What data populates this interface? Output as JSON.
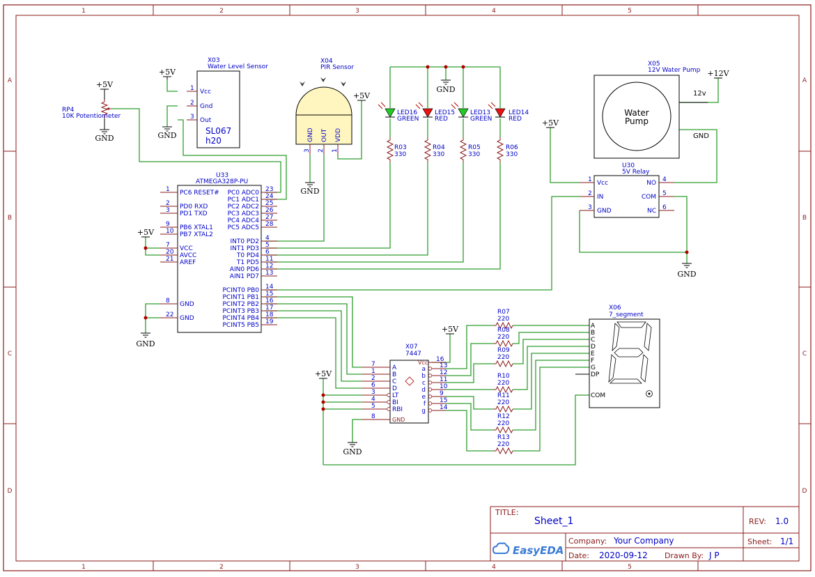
{
  "frame": {
    "columns": [
      "1",
      "2",
      "3",
      "4",
      "5"
    ],
    "rows": [
      "A",
      "B",
      "C",
      "D"
    ]
  },
  "power": {
    "vcc5": "+5V",
    "vcc12": "+12V",
    "gnd": "GND"
  },
  "components": {
    "rp4": {
      "designator": "RP4",
      "value": "10K Potentiometer"
    },
    "x03": {
      "designator": "X03",
      "title": "Water Level Sensor",
      "pins": [
        "Vcc",
        "Gnd",
        "Out"
      ],
      "pin_numbers": [
        "1",
        "2",
        "3"
      ],
      "model_line1": "SL067",
      "model_line2": "h20"
    },
    "x04": {
      "designator": "X04",
      "title": "PIR Sensor",
      "pins": [
        "GND",
        "OUT",
        "VDD"
      ],
      "pin_numbers": [
        "3",
        "2",
        "1"
      ]
    },
    "leds": [
      {
        "designator": "LED16",
        "color_name": "GREEN",
        "fill": "#22cc22"
      },
      {
        "designator": "LED15",
        "color_name": "RED",
        "fill": "#ee1111"
      },
      {
        "designator": "LED13",
        "color_name": "GREEN",
        "fill": "#22cc22"
      },
      {
        "designator": "LED14",
        "color_name": "RED",
        "fill": "#ee1111"
      }
    ],
    "resistors_330": [
      {
        "designator": "R03",
        "value": "330"
      },
      {
        "designator": "R04",
        "value": "330"
      },
      {
        "designator": "R05",
        "value": "330"
      },
      {
        "designator": "R06",
        "value": "330"
      }
    ],
    "x05": {
      "designator": "X05",
      "title": "12V Water Pump",
      "label_line1": "Water",
      "label_line2": "Pump",
      "pin_12v": "12v",
      "pin_gnd": "GND"
    },
    "u30": {
      "designator": "U30",
      "title": "5V Relay",
      "left_pins": [
        {
          "num": "1",
          "name": "Vcc"
        },
        {
          "num": "2",
          "name": "IN"
        },
        {
          "num": "3",
          "name": "GND"
        }
      ],
      "right_pins": [
        {
          "num": "4",
          "name": "NO"
        },
        {
          "num": "5",
          "name": "COM"
        },
        {
          "num": "6",
          "name": "NC"
        }
      ]
    },
    "u33": {
      "designator": "U33",
      "title": "ATMEGA328P-PU",
      "left_pins": [
        {
          "num": "1",
          "name": "PC6 RESET#"
        },
        {
          "num": "2",
          "name": "PD0 RXD"
        },
        {
          "num": "3",
          "name": "PD1 TXD"
        },
        {
          "num": "9",
          "name": "PB6 XTAL1"
        },
        {
          "num": "10",
          "name": "PB7 XTAL2"
        },
        {
          "num": "7",
          "name": "VCC"
        },
        {
          "num": "20",
          "name": "AVCC"
        },
        {
          "num": "21",
          "name": "AREF"
        },
        {
          "num": "8",
          "name": "GND"
        },
        {
          "num": "22",
          "name": "GND"
        }
      ],
      "right_pins": [
        {
          "num": "23",
          "name": "PC0 ADC0"
        },
        {
          "num": "24",
          "name": "PC1 ADC1"
        },
        {
          "num": "25",
          "name": "PC2 ADC2"
        },
        {
          "num": "26",
          "name": "PC3 ADC3"
        },
        {
          "num": "27",
          "name": "PC4 ADC4"
        },
        {
          "num": "28",
          "name": "PC5 ADC5"
        },
        {
          "num": "4",
          "name": "INT0 PD2"
        },
        {
          "num": "5",
          "name": "INT1 PD3"
        },
        {
          "num": "6",
          "name": "T0 PD4"
        },
        {
          "num": "11",
          "name": "T1 PD5"
        },
        {
          "num": "12",
          "name": "AIN0 PD6"
        },
        {
          "num": "13",
          "name": "AIN1 PD7"
        },
        {
          "num": "14",
          "name": "PCINT0 PB0"
        },
        {
          "num": "15",
          "name": "PCINT1 PB1"
        },
        {
          "num": "16",
          "name": "PCINT2 PB2"
        },
        {
          "num": "17",
          "name": "PCINT3 PB3"
        },
        {
          "num": "18",
          "name": "PCINT4 PB4"
        },
        {
          "num": "19",
          "name": "PCINT5 PB5"
        }
      ]
    },
    "x07": {
      "designator": "X07",
      "title": "7447",
      "left_pins": [
        {
          "num": "7",
          "name": "A"
        },
        {
          "num": "1",
          "name": "B"
        },
        {
          "num": "2",
          "name": "C"
        },
        {
          "num": "6",
          "name": "D"
        },
        {
          "num": "3",
          "name": "LT"
        },
        {
          "num": "4",
          "name": "BI"
        },
        {
          "num": "5",
          "name": "RBI"
        },
        {
          "num": "8",
          "name": "GND"
        }
      ],
      "vcc_pin": {
        "num": "16",
        "name": "Vcc"
      },
      "right_pins": [
        {
          "num": "13",
          "name": "a"
        },
        {
          "num": "12",
          "name": "b"
        },
        {
          "num": "11",
          "name": "c"
        },
        {
          "num": "10",
          "name": "d"
        },
        {
          "num": "9",
          "name": "e"
        },
        {
          "num": "15",
          "name": "f"
        },
        {
          "num": "14",
          "name": "g"
        }
      ]
    },
    "resistors_220": [
      {
        "designator": "R07",
        "value": "220"
      },
      {
        "designator": "R08",
        "value": "220"
      },
      {
        "designator": "R09",
        "value": "220"
      },
      {
        "designator": "R10",
        "value": "220"
      },
      {
        "designator": "R11",
        "value": "220"
      },
      {
        "designator": "R12",
        "value": "220"
      },
      {
        "designator": "R13",
        "value": "220"
      }
    ],
    "x06": {
      "designator": "X06",
      "title": "7_segment",
      "pins": [
        "A",
        "B",
        "C",
        "D",
        "E",
        "F",
        "G",
        "DP",
        "COM"
      ]
    }
  },
  "title_block": {
    "title_label": "TITLE:",
    "title_value": "Sheet_1",
    "rev_label": "REV:",
    "rev_value": "1.0",
    "company_label": "Company:",
    "company_value": "Your Company",
    "sheet_label": "Sheet:",
    "sheet_value": "1/1",
    "date_label": "Date:",
    "date_value": "2020-09-12",
    "drawn_label": "Drawn By:",
    "drawn_value": "J P",
    "logo_text": "EasyEDA"
  }
}
